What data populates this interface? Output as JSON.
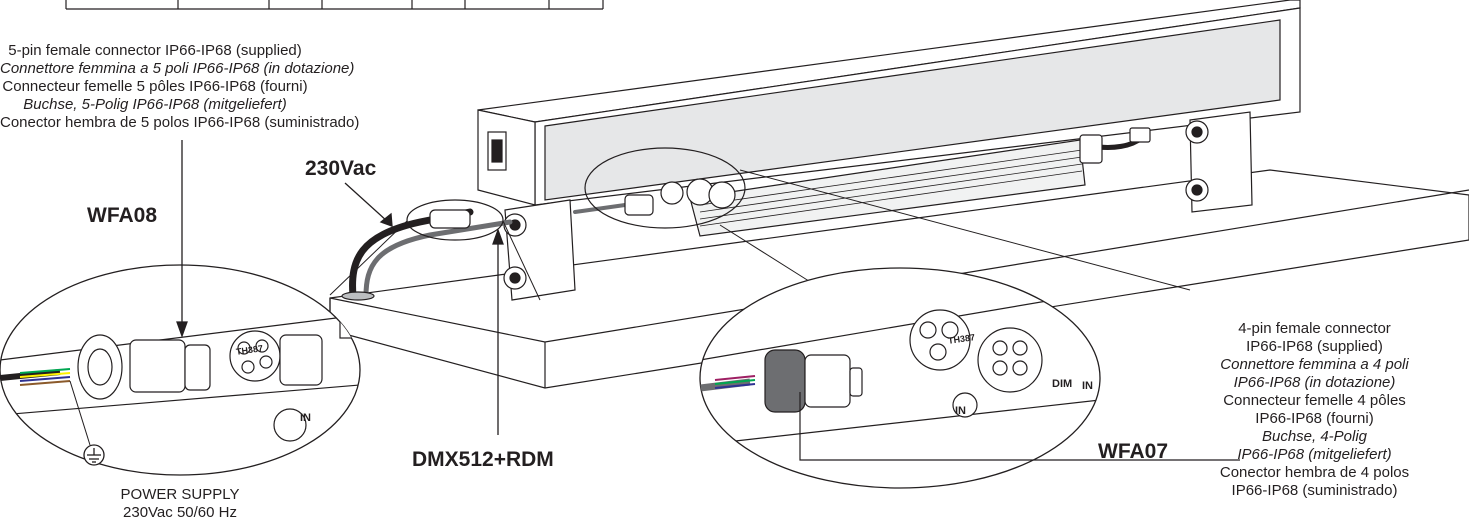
{
  "labels": {
    "voltage": "230Vac",
    "wfa08": "WFA08",
    "wfa07": "WFA07",
    "dmx": "DMX512+RDM"
  },
  "connector_5pin": {
    "en": "5-pin female connector IP66-IP68 (supplied)",
    "it": "Connettore femmina a 5 poli IP66-IP68 (in dotazione)",
    "fr": "Connecteur femelle 5 pôles IP66-IP68 (fourni)",
    "de": "Buchse, 5-Polig IP66-IP68 (mitgeliefert)",
    "es": "Conector hembra de 5 polos IP66-IP68 (suministrado)"
  },
  "connector_4pin": {
    "en1": "4-pin female connector",
    "en2": "IP66-IP68 (supplied)",
    "it1": "Connettore femmina a 4 poli",
    "it2": "IP66-IP68 (in dotazione)",
    "fr1": "Connecteur femelle 4 pôles",
    "fr2": "IP66-IP68 (fourni)",
    "de1": "Buchse, 4-Polig",
    "de2": "IP66-IP68 (mitgeliefert)",
    "es1": "Conector hembra de 4 polos",
    "es2": "IP66-IP68 (suministrado)"
  },
  "power_supply": {
    "line1": "POWER SUPPLY",
    "line2": "230Vac 50/60 Hz"
  },
  "markings": {
    "th": "TH387",
    "dim": "DIM",
    "in1": "IN",
    "in2": "IN",
    "in3": "IN"
  },
  "colors": {
    "line": "#231f20",
    "body": "#ffffff",
    "diffuser": "#e6e7e8",
    "cable": "#231f20",
    "cable_grey": "#6d6e71"
  }
}
